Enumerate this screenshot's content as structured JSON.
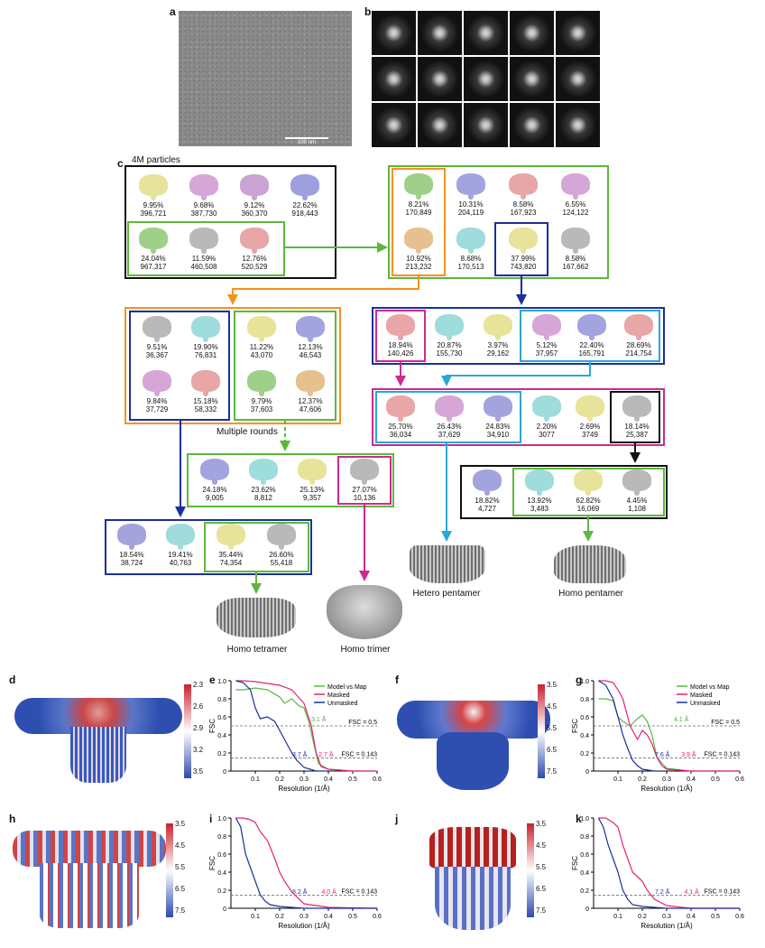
{
  "panel_labels": {
    "a": "a",
    "b": "b",
    "c": "c",
    "d": "d",
    "e": "e",
    "f": "f",
    "g": "g",
    "h": "h",
    "i": "i",
    "j": "j",
    "k": "k"
  },
  "micrograph": {
    "scalebar": "100 nm"
  },
  "flow": {
    "start_label": "4M particles",
    "multiple_rounds": "Multiple rounds",
    "round0": [
      {
        "pct": "9.95%",
        "n": "396,721",
        "color": "#e8e39a"
      },
      {
        "pct": "9.68%",
        "n": "387,730",
        "color": "#d6a6d8"
      },
      {
        "pct": "9.12%",
        "n": "360,370",
        "color": "#c9a3d3"
      },
      {
        "pct": "22.62%",
        "n": "918,443",
        "color": "#9d9fe0"
      },
      {
        "pct": "24.04%",
        "n": "967,317",
        "color": "#9ed08a"
      },
      {
        "pct": "11.59%",
        "n": "460,508",
        "color": "#b9b9b9"
      },
      {
        "pct": "12.76%",
        "n": "520,529",
        "color": "#e8a6a6"
      }
    ],
    "round1": [
      {
        "pct": "8.21%",
        "n": "170,849",
        "color": "#9ed08a"
      },
      {
        "pct": "10.31%",
        "n": "204,119",
        "color": "#a3a4de"
      },
      {
        "pct": "8.58%",
        "n": "167,923",
        "color": "#e8a6a6"
      },
      {
        "pct": "6.55%",
        "n": "124,122",
        "color": "#d6a6d8"
      },
      {
        "pct": "10.92%",
        "n": "213,232",
        "color": "#e6c08e"
      },
      {
        "pct": "8.68%",
        "n": "170,513",
        "color": "#9fdcdc"
      },
      {
        "pct": "37.99%",
        "n": "743,820",
        "color": "#e8e39a"
      },
      {
        "pct": "8.58%",
        "n": "167,662",
        "color": "#b9b9b9"
      }
    ],
    "left2": [
      {
        "pct": "9.51%",
        "n": "36,367",
        "color": "#b9b9b9"
      },
      {
        "pct": "19.90%",
        "n": "76,831",
        "color": "#9fdcdc"
      },
      {
        "pct": "9.84%",
        "n": "37,729",
        "color": "#d6a6d8"
      },
      {
        "pct": "15.18%",
        "n": "58,332",
        "color": "#e8a6a6"
      },
      {
        "pct": "11.22%",
        "n": "43,070",
        "color": "#e8e39a"
      },
      {
        "pct": "12.13%",
        "n": "46,543",
        "color": "#a3a4de"
      },
      {
        "pct": "9.79%",
        "n": "37,603",
        "color": "#9ed08a"
      },
      {
        "pct": "12.37%",
        "n": "47,606",
        "color": "#e6c08e"
      }
    ],
    "right2": [
      {
        "pct": "18.94%",
        "n": "140,426",
        "color": "#e8a6a6"
      },
      {
        "pct": "20.87%",
        "n": "155,730",
        "color": "#9fdcdc"
      },
      {
        "pct": "3.97%",
        "n": "29,162",
        "color": "#e8e39a"
      },
      {
        "pct": "5.12%",
        "n": "37,957",
        "color": "#d6a6d8"
      },
      {
        "pct": "22.40%",
        "n": "165,791",
        "color": "#a3a4de"
      },
      {
        "pct": "28.69%",
        "n": "214,754",
        "color": "#e8a6a6"
      }
    ],
    "right3": [
      {
        "pct": "25.70%",
        "n": "36,034",
        "color": "#e8a6a6"
      },
      {
        "pct": "26.43%",
        "n": "37,629",
        "color": "#d6a6d8"
      },
      {
        "pct": "24.83%",
        "n": "34,910",
        "color": "#a3a4de"
      },
      {
        "pct": "2.20%",
        "n": "3077",
        "color": "#9fdcdc"
      },
      {
        "pct": "2.69%",
        "n": "3749",
        "color": "#e8e39a"
      },
      {
        "pct": "18.14%",
        "n": "25,387",
        "color": "#b9b9b9"
      }
    ],
    "mid3": [
      {
        "pct": "24.18%",
        "n": "9,005",
        "color": "#a3a4de"
      },
      {
        "pct": "23.62%",
        "n": "8,812",
        "color": "#9fdcdc"
      },
      {
        "pct": "25.13%",
        "n": "9,357",
        "color": "#e8e39a"
      },
      {
        "pct": "27.07%",
        "n": "10,136",
        "color": "#b9b9b9"
      }
    ],
    "right4": [
      {
        "pct": "18.82%",
        "n": "4,727",
        "color": "#a3a4de"
      },
      {
        "pct": "13.92%",
        "n": "3,483",
        "color": "#9fdcdc"
      },
      {
        "pct": "62.82%",
        "n": "16,069",
        "color": "#e8e39a"
      },
      {
        "pct": "4.45%",
        "n": "1,108",
        "color": "#b9b9b9"
      }
    ],
    "left4": [
      {
        "pct": "18.54%",
        "n": "38,724",
        "color": "#a3a4de"
      },
      {
        "pct": "19.41%",
        "n": "40,763",
        "color": "#9fdcdc"
      },
      {
        "pct": "35.44%",
        "n": "74,354",
        "color": "#e8e39a"
      },
      {
        "pct": "26.60%",
        "n": "55,418",
        "color": "#b9b9b9"
      }
    ],
    "outputs": {
      "hetero": "Hetero pentamer",
      "homo_pent": "Homo pentamer",
      "homo_tet": "Homo tetramer",
      "homo_tri": "Homo trimer"
    }
  },
  "colorbars": {
    "d": [
      "2.3",
      "2.6",
      "2.9",
      "3.2",
      "3.5"
    ],
    "f": [
      "3.5",
      "4.5",
      "5.5",
      "6.5",
      "7.5"
    ],
    "h": [
      "3.5",
      "4.5",
      "5.5",
      "6.5",
      "7.5"
    ],
    "j": [
      "3.5",
      "4.5",
      "5.5",
      "6.5",
      "7.5"
    ]
  },
  "chart_data": [
    {
      "type": "line",
      "panel": "e",
      "xlabel": "Resolution (1/Å)",
      "ylabel": "FSC",
      "xlim": [
        0,
        0.6
      ],
      "ylim": [
        0,
        1.0
      ],
      "xticks": [
        "0.1",
        "0.2",
        "0.3",
        "0.4",
        "0.5",
        "0.6"
      ],
      "yticks": [
        "0",
        "0.2",
        "0.4",
        "0.6",
        "0.8",
        "1.0"
      ],
      "legend": [
        "Model vs Map",
        "Masked",
        "Unmasked"
      ],
      "thresholds": [
        {
          "y": 0.5,
          "label": "FSC = 0.5"
        },
        {
          "y": 0.143,
          "label": "FSC = 0.143"
        }
      ],
      "annotations": [
        {
          "text": "3.1 Å",
          "color": "#4caf3a"
        },
        {
          "text": "3.7 Å",
          "color": "#2233aa"
        },
        {
          "text": "2.7 Å",
          "color": "#e8207a"
        }
      ],
      "series": [
        {
          "name": "Model vs Map",
          "color": "#5cb83c",
          "x": [
            0.02,
            0.05,
            0.1,
            0.15,
            0.2,
            0.22,
            0.25,
            0.28,
            0.3,
            0.32,
            0.34,
            0.36,
            0.4,
            0.5,
            0.6
          ],
          "y": [
            0.9,
            0.9,
            0.92,
            0.9,
            0.82,
            0.75,
            0.8,
            0.72,
            0.7,
            0.55,
            0.3,
            0.08,
            0.02,
            0.0,
            0.0
          ]
        },
        {
          "name": "Masked",
          "color": "#e8207a",
          "x": [
            0.02,
            0.05,
            0.1,
            0.15,
            0.2,
            0.25,
            0.3,
            0.33,
            0.35,
            0.37,
            0.4,
            0.5,
            0.6
          ],
          "y": [
            1.0,
            1.0,
            0.99,
            0.97,
            0.95,
            0.9,
            0.75,
            0.5,
            0.2,
            0.05,
            0.02,
            0.0,
            0.0
          ]
        },
        {
          "name": "Unmasked",
          "color": "#1a2fa0",
          "x": [
            0.02,
            0.05,
            0.08,
            0.1,
            0.12,
            0.15,
            0.18,
            0.2,
            0.22,
            0.25,
            0.27,
            0.3,
            0.35,
            0.4
          ],
          "y": [
            1.0,
            0.98,
            0.9,
            0.7,
            0.58,
            0.6,
            0.55,
            0.45,
            0.35,
            0.2,
            0.12,
            0.04,
            0.0,
            0.0
          ]
        }
      ]
    },
    {
      "type": "line",
      "panel": "g",
      "xlabel": "Resolution (1/Å)",
      "ylabel": "FSC",
      "xlim": [
        0,
        0.6
      ],
      "ylim": [
        0,
        1.0
      ],
      "xticks": [
        "0.1",
        "0.2",
        "0.3",
        "0.4",
        "0.5",
        "0.6"
      ],
      "yticks": [
        "0",
        "0.2",
        "0.4",
        "0.6",
        "0.8",
        "1.0"
      ],
      "legend": [
        "Model vs Map",
        "Masked",
        "Unmasked"
      ],
      "thresholds": [
        {
          "y": 0.5,
          "label": "FSC = 0.5"
        },
        {
          "y": 0.143,
          "label": "FSC = 0.143"
        }
      ],
      "annotations": [
        {
          "text": "4.1 Å",
          "color": "#4caf3a"
        },
        {
          "text": "7.6 Å",
          "color": "#2233aa"
        },
        {
          "text": "3.9 Å",
          "color": "#e8207a"
        }
      ],
      "series": [
        {
          "name": "Model vs Map",
          "color": "#5cb83c",
          "x": [
            0.02,
            0.05,
            0.08,
            0.1,
            0.12,
            0.15,
            0.18,
            0.2,
            0.22,
            0.24,
            0.26,
            0.3,
            0.4,
            0.5,
            0.6
          ],
          "y": [
            0.8,
            0.8,
            0.78,
            0.6,
            0.55,
            0.5,
            0.58,
            0.62,
            0.55,
            0.4,
            0.15,
            0.03,
            0.0,
            0.0,
            0.0
          ]
        },
        {
          "name": "Masked",
          "color": "#e8207a",
          "x": [
            0.02,
            0.05,
            0.08,
            0.1,
            0.12,
            0.15,
            0.18,
            0.2,
            0.22,
            0.24,
            0.26,
            0.28,
            0.3,
            0.4,
            0.6
          ],
          "y": [
            1.0,
            1.0,
            0.98,
            0.9,
            0.8,
            0.5,
            0.35,
            0.45,
            0.4,
            0.3,
            0.15,
            0.06,
            0.02,
            0.0,
            0.0
          ]
        },
        {
          "name": "Unmasked",
          "color": "#1a2fa0",
          "x": [
            0.02,
            0.05,
            0.08,
            0.1,
            0.12,
            0.14,
            0.16,
            0.18,
            0.2,
            0.25
          ],
          "y": [
            1.0,
            0.95,
            0.8,
            0.6,
            0.4,
            0.25,
            0.12,
            0.06,
            0.02,
            0.0
          ]
        }
      ]
    },
    {
      "type": "line",
      "panel": "i",
      "xlabel": "Resolution (1/Å)",
      "ylabel": "FSC",
      "xlim": [
        0,
        0.6
      ],
      "ylim": [
        0,
        1.0
      ],
      "xticks": [
        "0.1",
        "0.2",
        "0.3",
        "0.4",
        "0.5",
        "0.6"
      ],
      "yticks": [
        "0",
        "0.2",
        "0.4",
        "0.6",
        "0.8",
        "1.0"
      ],
      "thresholds": [
        {
          "y": 0.143,
          "label": "FSC = 0.143"
        }
      ],
      "annotations": [
        {
          "text": "8.2 Å",
          "color": "#2233aa"
        },
        {
          "text": "4.0 Å",
          "color": "#e8207a"
        }
      ],
      "series": [
        {
          "color": "#e8207a",
          "x": [
            0.02,
            0.05,
            0.08,
            0.1,
            0.12,
            0.15,
            0.18,
            0.2,
            0.22,
            0.25,
            0.28,
            0.3,
            0.35,
            0.4,
            0.6
          ],
          "y": [
            1.0,
            1.0,
            0.98,
            0.95,
            0.85,
            0.75,
            0.55,
            0.4,
            0.3,
            0.18,
            0.1,
            0.05,
            0.03,
            0.01,
            0.0
          ]
        },
        {
          "color": "#1a2fa0",
          "x": [
            0.02,
            0.04,
            0.06,
            0.08,
            0.1,
            0.12,
            0.14,
            0.16,
            0.2,
            0.25,
            0.3,
            0.4,
            0.6
          ],
          "y": [
            1.0,
            0.9,
            0.6,
            0.45,
            0.3,
            0.15,
            0.08,
            0.04,
            0.02,
            0.01,
            0.0,
            0.0,
            0.0
          ]
        }
      ]
    },
    {
      "type": "line",
      "panel": "k",
      "xlabel": "Resolution (1/Å)",
      "ylabel": "FSC",
      "xlim": [
        0,
        0.6
      ],
      "ylim": [
        0,
        1.0
      ],
      "xticks": [
        "0.1",
        "0.2",
        "0.3",
        "0.4",
        "0.5",
        "0.6"
      ],
      "yticks": [
        "0",
        "0.2",
        "0.4",
        "0.6",
        "0.8",
        "1.0"
      ],
      "thresholds": [
        {
          "y": 0.143,
          "label": "FSC = 0.143"
        }
      ],
      "annotations": [
        {
          "text": "7.2 Å",
          "color": "#2233aa"
        },
        {
          "text": "4.1 Å",
          "color": "#e8207a"
        }
      ],
      "series": [
        {
          "color": "#e8207a",
          "x": [
            0.02,
            0.05,
            0.08,
            0.1,
            0.12,
            0.14,
            0.16,
            0.18,
            0.2,
            0.22,
            0.25,
            0.3,
            0.4,
            0.6
          ],
          "y": [
            1.0,
            1.0,
            0.95,
            0.9,
            0.7,
            0.55,
            0.4,
            0.35,
            0.3,
            0.2,
            0.1,
            0.03,
            0.0,
            0.0
          ]
        },
        {
          "color": "#1a2fa0",
          "x": [
            0.02,
            0.04,
            0.06,
            0.08,
            0.1,
            0.12,
            0.14,
            0.16,
            0.2,
            0.3,
            0.6
          ],
          "y": [
            1.0,
            0.9,
            0.7,
            0.55,
            0.4,
            0.2,
            0.1,
            0.04,
            0.02,
            0.0,
            0.0
          ]
        }
      ]
    }
  ]
}
